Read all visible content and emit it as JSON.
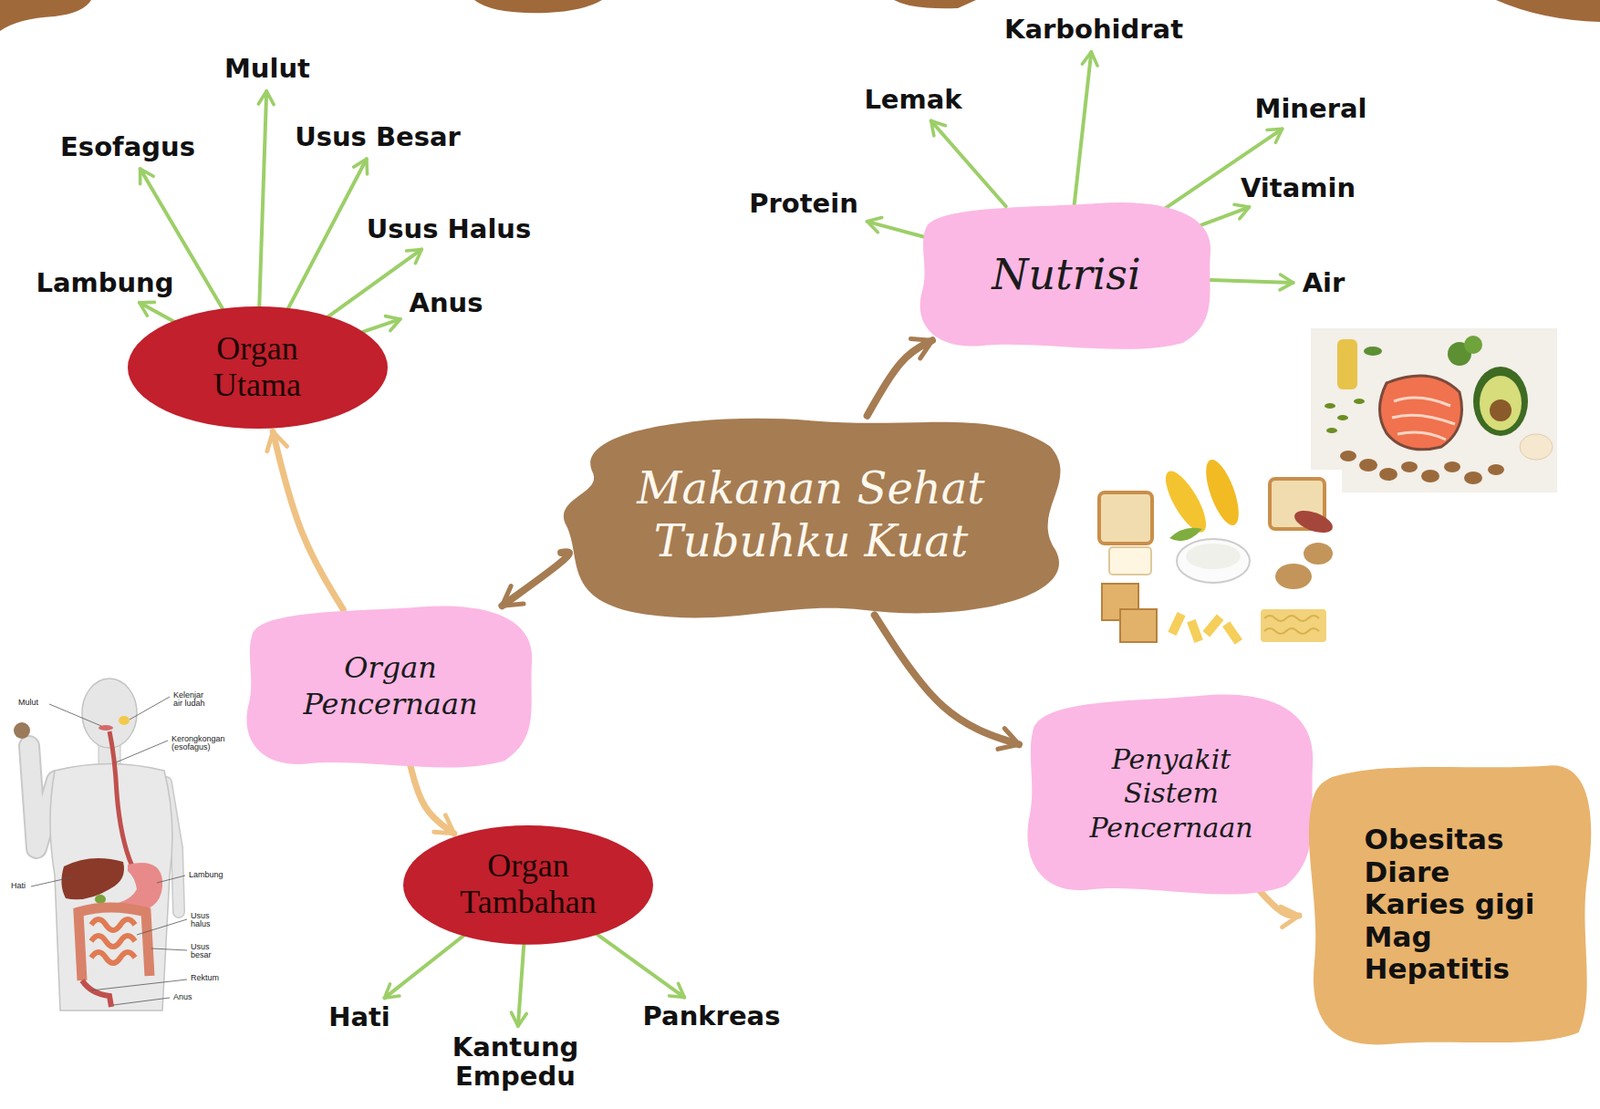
{
  "diagram": {
    "nodes": [
      {
        "text": [
          "Makanan Sehat Tubuhku Kuat"
        ]
      },
      {
        "text": [
          "Organ Utama"
        ]
      },
      {
        "text": [
          "Lambung"
        ]
      },
      {
        "text": [
          "Esofagus"
        ]
      },
      {
        "text": [
          "Mulut"
        ]
      },
      {
        "text": [
          "Usus Besar"
        ]
      },
      {
        "text": [
          "Usus Halus"
        ]
      },
      {
        "text": [
          "Anus"
        ]
      },
      {
        "text": [
          "Nutrisi"
        ]
      },
      {
        "text": [
          "Protein"
        ]
      },
      {
        "text": [
          "Lemak"
        ]
      },
      {
        "text": [
          "Karbohidrat"
        ]
      },
      {
        "text": [
          "Mineral"
        ]
      },
      {
        "text": [
          "Vitamin"
        ]
      },
      {
        "text": [
          "Air"
        ]
      },
      {
        "text": [
          "Organ Pencernaan"
        ]
      },
      {
        "text": [
          "Organ Tambahan"
        ]
      },
      {
        "text": [
          "Hati"
        ]
      },
      {
        "text": [
          "Kantung Empedu"
        ]
      },
      {
        "text": [
          "Pankreas"
        ]
      },
      {
        "text": [
          "Penyakit Sistem Pencernaan"
        ]
      },
      {
        "text": [
          "Obesitas",
          "Diare",
          "Karies gigi",
          "Mag",
          "Hepatitis"
        ]
      }
    ],
    "edges": [
      {
        "from": 0,
        "to": 8,
        "arrow": "to"
      },
      {
        "from": 0,
        "to": 15,
        "arrow": "to"
      },
      {
        "from": 0,
        "to": 20,
        "arrow": "to"
      },
      {
        "from": 15,
        "to": 1,
        "arrow": "to"
      },
      {
        "from": 15,
        "to": 16,
        "arrow": "to"
      },
      {
        "from": 20,
        "to": 21,
        "arrow": "to"
      },
      {
        "from": 1,
        "to": 2,
        "arrow": "to"
      },
      {
        "from": 1,
        "to": 3,
        "arrow": "to"
      },
      {
        "from": 1,
        "to": 4,
        "arrow": "to"
      },
      {
        "from": 1,
        "to": 5,
        "arrow": "to"
      },
      {
        "from": 1,
        "to": 6,
        "arrow": "to"
      },
      {
        "from": 1,
        "to": 7,
        "arrow": "to"
      },
      {
        "from": 8,
        "to": 9,
        "arrow": "to"
      },
      {
        "from": 8,
        "to": 10,
        "arrow": "to"
      },
      {
        "from": 8,
        "to": 11,
        "arrow": "to"
      },
      {
        "from": 8,
        "to": 12,
        "arrow": "to"
      },
      {
        "from": 8,
        "to": 13,
        "arrow": "to"
      },
      {
        "from": 8,
        "to": 14,
        "arrow": "to"
      },
      {
        "from": 16,
        "to": 17,
        "arrow": "to"
      },
      {
        "from": 16,
        "to": 18,
        "arrow": "to"
      },
      {
        "from": 16,
        "to": 19,
        "arrow": "to"
      }
    ],
    "labels": [
      "Mulut",
      "Kelenjar air ludah",
      "Kerongkongan (esofagus)",
      "Hati",
      "Lambung",
      "Usus halus",
      "Usus besar",
      "Rektum",
      "Anus"
    ]
  }
}
